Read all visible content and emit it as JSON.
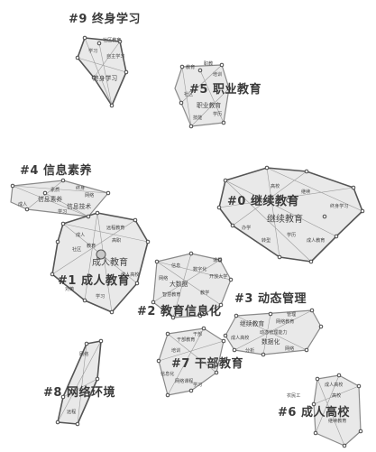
{
  "clusters": {
    "c0": {
      "label": "#0 继续教育",
      "terms": [
        "继续教育",
        "高校",
        "继续",
        "终身学习",
        "办学",
        "成人教育",
        "学历",
        "转型"
      ]
    },
    "c1": {
      "label": "#1 成人教育",
      "terms": [
        "成人教育",
        "成人",
        "远程教育",
        "高职",
        "社区",
        "成人高校",
        "教育",
        "对策",
        "学习"
      ]
    },
    "c2": {
      "label": "#2 教育信息化",
      "terms": [
        "大数据",
        "信息",
        "数字化",
        "开放大学",
        "网络",
        "教学",
        "智慧教育",
        "课程"
      ]
    },
    "c3": {
      "label": "#3 动态管理",
      "terms": [
        "继续教育",
        "网络教育",
        "动态管理能力",
        "管理",
        "数据化",
        "成人高校",
        "网络",
        "分析"
      ]
    },
    "c4": {
      "label": "#4 信息素养",
      "terms": [
        "信息素养",
        "信息技术",
        "成人",
        "素质",
        "终身",
        "网络",
        "学习"
      ]
    },
    "c5": {
      "label": "#5 职业教育",
      "terms": [
        "职业教育",
        "教育",
        "职教",
        "培训",
        "技能",
        "学历",
        "社区"
      ]
    },
    "c6": {
      "label": "#6 成人高校",
      "terms": [
        "成人高校",
        "农民工",
        "高校",
        "继续教育"
      ]
    },
    "c7": {
      "label": "#7 干部教育",
      "terms": [
        "干部教育",
        "培训",
        "干部",
        "网络课程",
        "信息化",
        "学习"
      ]
    },
    "c8": {
      "label": "#8 网络环境",
      "terms": [
        "网络环境",
        "网络",
        "远程"
      ]
    },
    "c9": {
      "label": "#9 终身学习",
      "terms": [
        "终身学习",
        "学习",
        "社区教育",
        "自主学习"
      ]
    }
  }
}
